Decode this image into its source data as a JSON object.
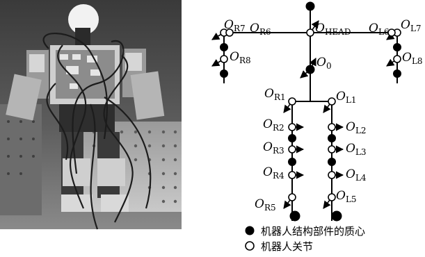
{
  "photo": {
    "description_icon": "robot-photo"
  },
  "diagram": {
    "labels": {
      "head": {
        "main": "O",
        "sub": "HEAD"
      },
      "origin": {
        "main": "O",
        "sub": "0"
      },
      "r1": {
        "main": "O",
        "sub": "R1"
      },
      "r2": {
        "main": "O",
        "sub": "R2"
      },
      "r3": {
        "main": "O",
        "sub": "R3"
      },
      "r4": {
        "main": "O",
        "sub": "R4"
      },
      "r5": {
        "main": "O",
        "sub": "R5"
      },
      "r6": {
        "main": "O",
        "sub": "R6"
      },
      "r7": {
        "main": "O",
        "sub": "R7"
      },
      "r8": {
        "main": "O",
        "sub": "R8"
      },
      "l1": {
        "main": "O",
        "sub": "L1"
      },
      "l2": {
        "main": "O",
        "sub": "L2"
      },
      "l3": {
        "main": "O",
        "sub": "L3"
      },
      "l4": {
        "main": "O",
        "sub": "L4"
      },
      "l5": {
        "main": "O",
        "sub": "L5"
      },
      "l6": {
        "main": "O",
        "sub": "L6"
      },
      "l7": {
        "main": "O",
        "sub": "L7"
      },
      "l8": {
        "main": "O",
        "sub": "L8"
      }
    }
  },
  "legend": {
    "mass_label": "机器人结构部件的质心",
    "joint_label": "机器人关节"
  }
}
